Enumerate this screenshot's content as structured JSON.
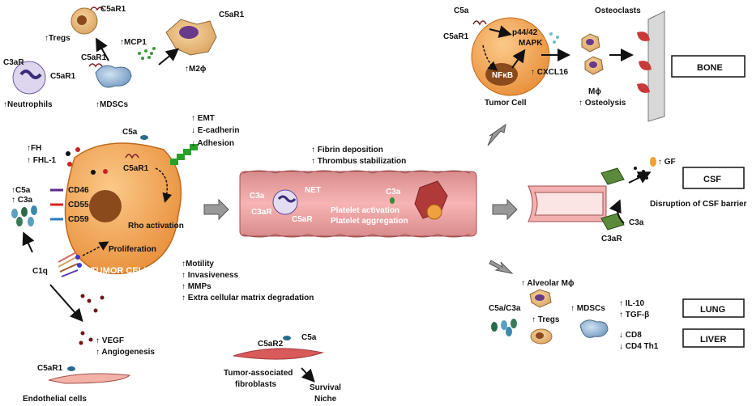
{
  "top_left": {
    "tregs_receptor": "C5aR1",
    "tregs": "↑Tregs",
    "mdscs_receptor": "C5aR1",
    "mcp1": "↑MCP1",
    "m2_receptor": "C5aR1",
    "m2": "↑M2ϕ",
    "neutro_receptor_a": "C3aR",
    "neutro_receptor_b": "C5aR1",
    "neutrophils": "↑Neutrophils",
    "mdscs": "↑MDSCs"
  },
  "tumor": {
    "label": "TUMOR CELL",
    "c5a": "C5a",
    "c5ar1": "C5aR1",
    "emt": [
      "↑ EMT",
      "↓ E-cadherin",
      "↓ Adhesion"
    ],
    "fh": "↑FH",
    "fhl1": "↑ FHL-1",
    "c5a_up": "↑C5a",
    "c3a_up": "↑ C3a",
    "cd46": "CD46",
    "cd55": "CD55",
    "cd59": "CD59",
    "rho": "Rho activation",
    "proliferation": "Proliferation",
    "c1q": "C1q",
    "effects": [
      "↑Motility",
      "↑ Invasiveness",
      "↑ MMPs",
      "↑ Extra cellular matrix degradation"
    ],
    "vegf": [
      "↑ VEGF",
      "↑ Angiogenesis"
    ],
    "endo_receptor": "C5aR1",
    "endo": "Endothelial cells",
    "fib_receptor": "C5aR2",
    "fib_c5a": "C5a",
    "fib": [
      "Tumor-associated",
      "fibroblasts"
    ],
    "survival": [
      "Survival",
      "Niche"
    ]
  },
  "vessel": {
    "fibrin": [
      "↑ Fibrin deposition",
      "↑ Thrombus stabilization"
    ],
    "c3a_left": "C3a",
    "c3ar": "C3aR",
    "net": "NET",
    "c5ar": "C5aR",
    "c3a_right": "C3a",
    "platelet": [
      "Platelet activation",
      "Platelet aggregation"
    ]
  },
  "bone": {
    "c5a": "C5a",
    "c5ar1": "C5aR1",
    "mapk": [
      "p44/42",
      "MAPK"
    ],
    "nfkb": "NFκB",
    "cxcl16": "↑ CXCL16",
    "tumor_cell": "Tumor Cell",
    "osteoclasts": "Osteoclasts",
    "mphi": "Mϕ",
    "osteolysis": "↑ Osteolysis",
    "box": "BONE"
  },
  "csf": {
    "gf": "↑ GF",
    "box": "CSF",
    "disruption": "Disruption of CSF barrier",
    "c3a": "C3a",
    "c3ar": "C3aR"
  },
  "lung": {
    "alveolar": "↑ Alveolar Mϕ",
    "c5a_c3a": "C5a/C3a",
    "tregs": "↑ Tregs",
    "mdscs": "↑ MDSCs",
    "il10": "↑ IL-10",
    "tgfb": "↑ TGF-β",
    "cd8": "↓ CD8",
    "cd4": "↓ CD4 Th1",
    "lung_box": "LUNG",
    "liver_box": "LIVER"
  }
}
